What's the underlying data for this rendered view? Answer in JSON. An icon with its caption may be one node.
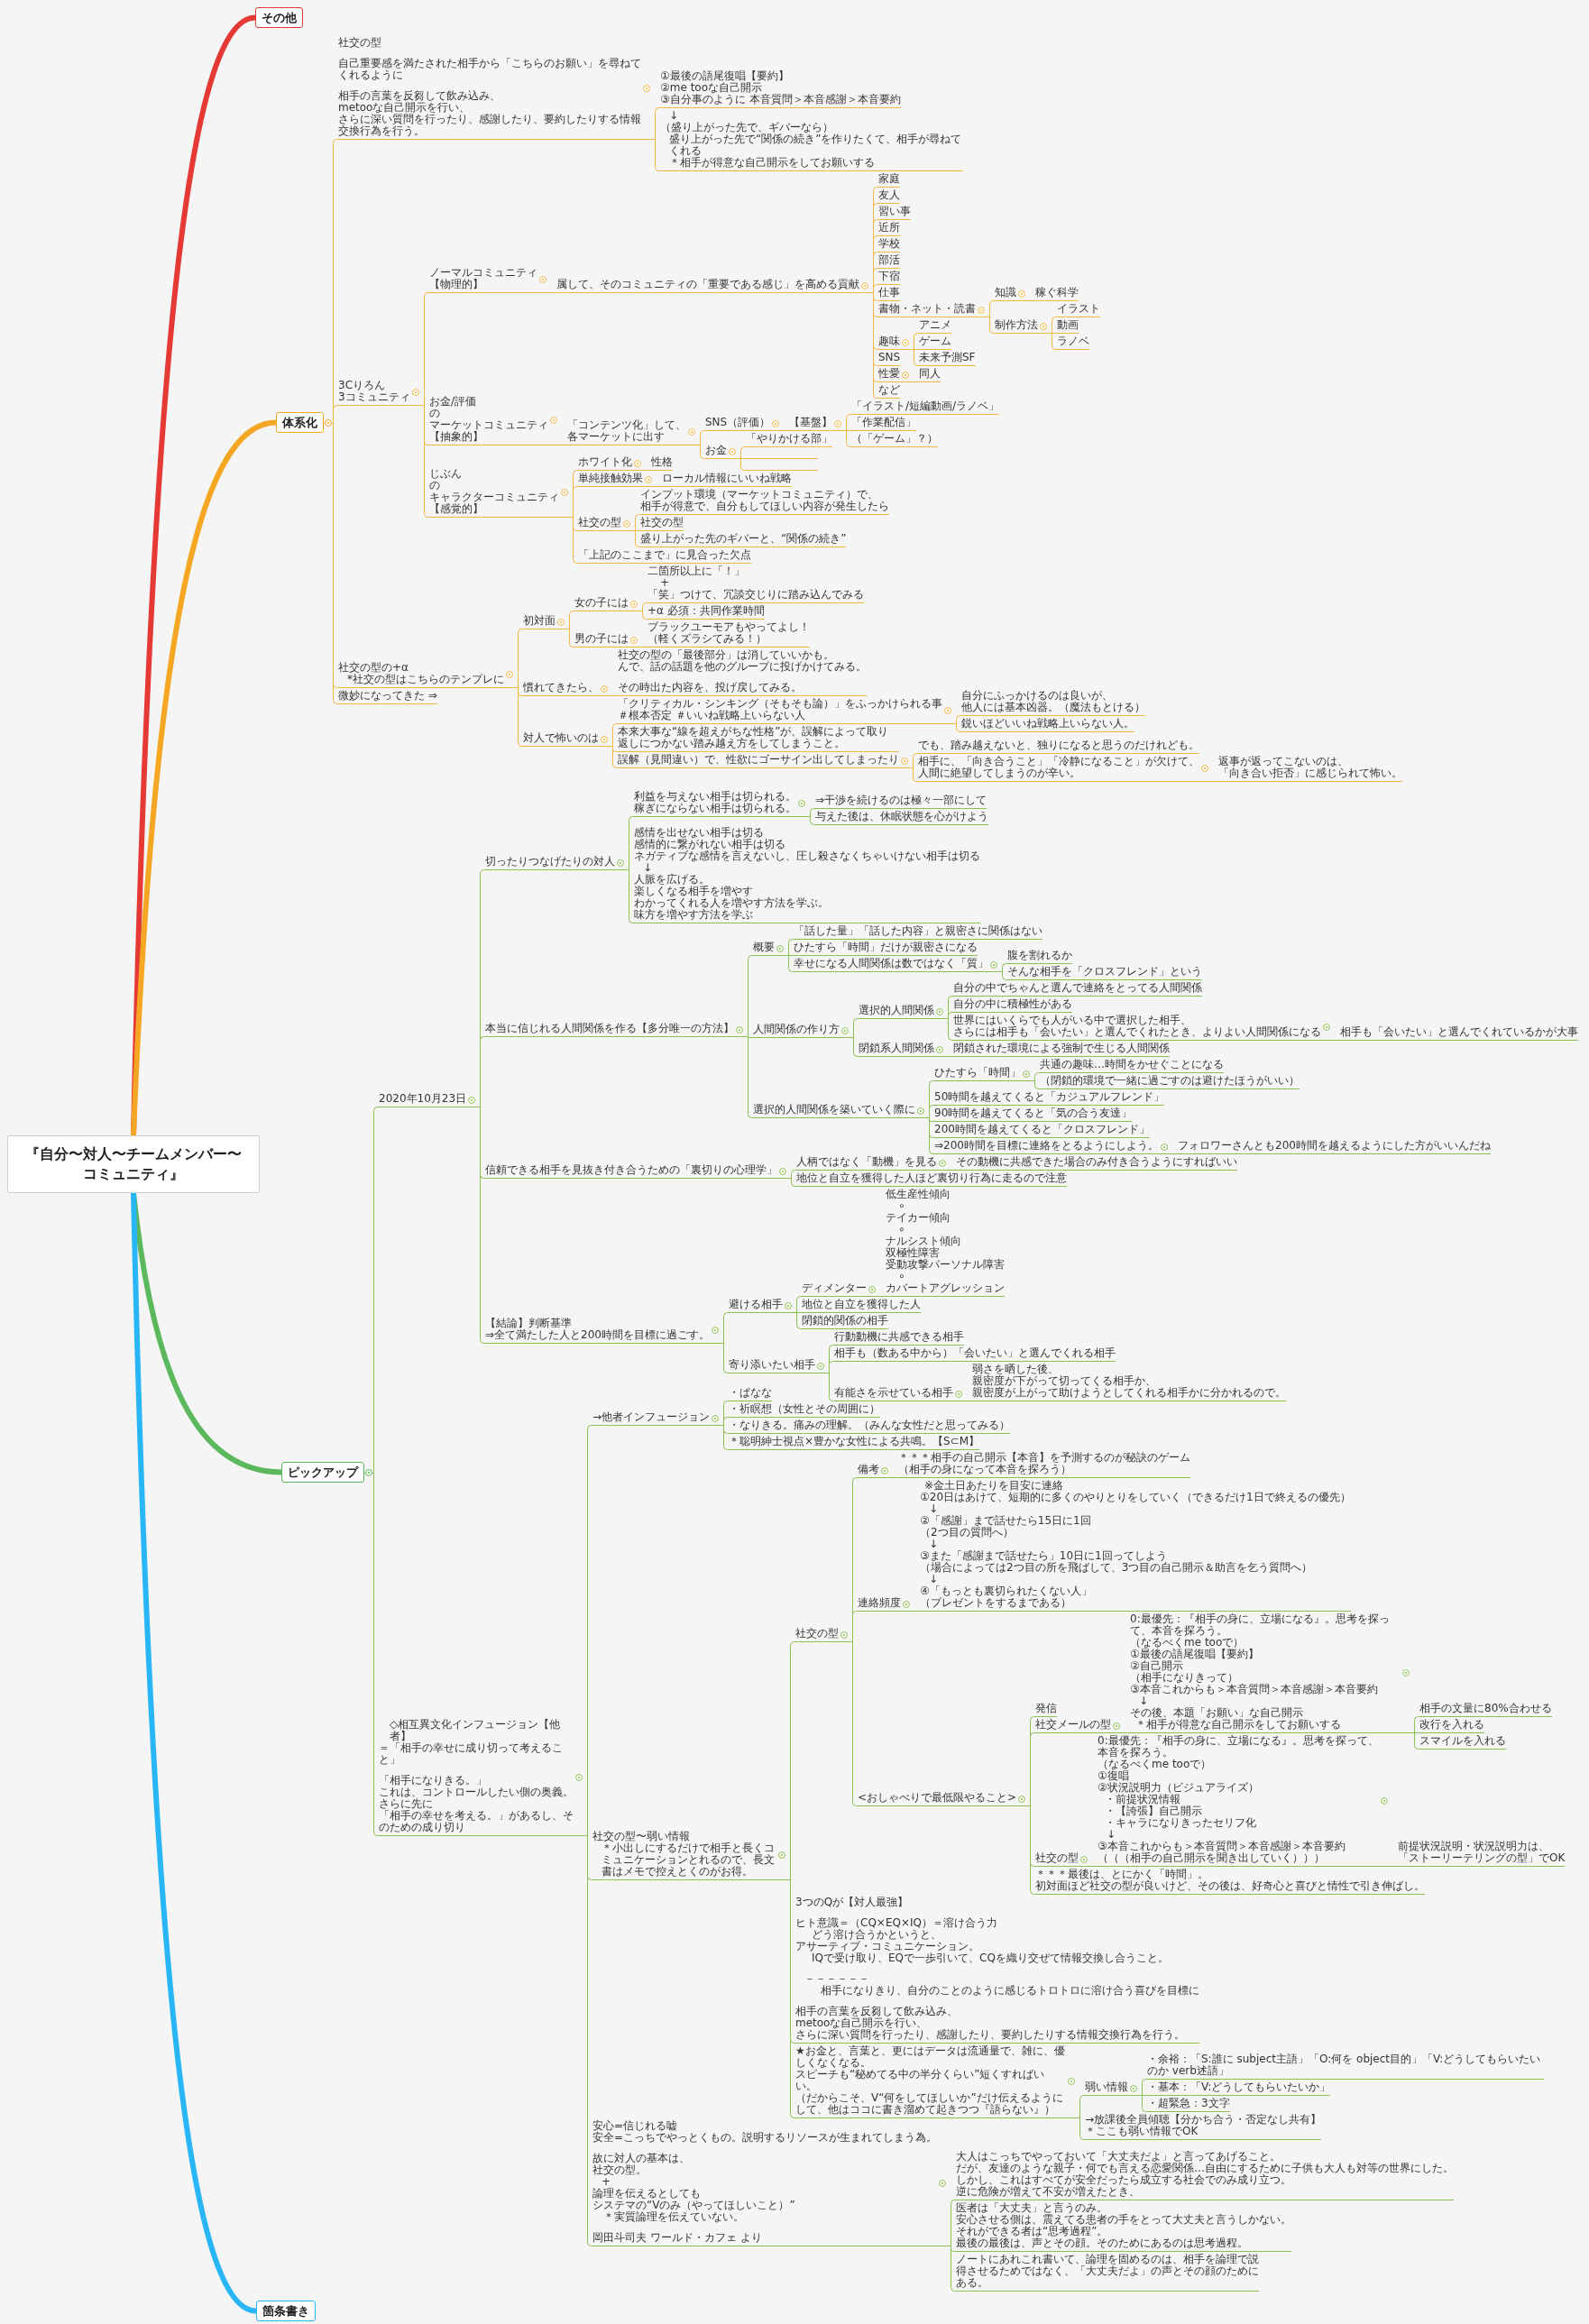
{
  "diagram": {
    "nodes": [
      {
        "text": [
          "『自分〜対人〜チームメンバー〜コミュニティ』"
        ]
      },
      {
        "text": [
          "その他"
        ]
      },
      {
        "text": [
          "体系化"
        ]
      },
      {
        "text": [
          "社交の型",
          "自己重要感を満たされた相手から「こちらのお願い」を尋ねてくれるように",
          "相手の言葉を反芻して飲み込み、",
          "metooな自己開示を行い、",
          "さらに深い質問を行ったり、感謝したり、要約したりする情報交換行為を行う。"
        ]
      },
      {
        "text": [
          "①最後の語尾復唱【要約】",
          "②me tooな自己開示",
          "③自分事のように 本音質問＞本音感謝＞本音要約"
        ]
      },
      {
        "text": [
          "↓",
          "（盛り上がった先で、ギバーなら）",
          "盛り上がった先で“関係の続き”を作りたくて、相手が尋ねてくれる",
          "＊相手が得意な自己開示をしてお願いする"
        ]
      },
      {
        "text": [
          "3Cりろん",
          "3コミュニティ"
        ]
      },
      {
        "text": [
          "ノーマルコミュニティ",
          "【物理的】"
        ]
      },
      {
        "text": [
          "属して、そのコミュニティの「重要である感じ」を高める貢献"
        ]
      },
      {
        "text": [
          "家庭"
        ]
      },
      {
        "text": [
          "友人"
        ]
      },
      {
        "text": [
          "習い事"
        ]
      },
      {
        "text": [
          "近所"
        ]
      },
      {
        "text": [
          "学校"
        ]
      },
      {
        "text": [
          "部活"
        ]
      },
      {
        "text": [
          "下宿"
        ]
      },
      {
        "text": [
          "仕事"
        ]
      },
      {
        "text": [
          "書物・ネット・読書"
        ]
      },
      {
        "text": [
          "知識"
        ]
      },
      {
        "text": [
          "稼ぐ科学"
        ]
      },
      {
        "text": [
          "制作方法"
        ]
      },
      {
        "text": [
          "イラスト"
        ]
      },
      {
        "text": [
          "動画"
        ]
      },
      {
        "text": [
          "ラノベ"
        ]
      },
      {
        "text": [
          "趣味"
        ]
      },
      {
        "text": [
          "アニメ"
        ]
      },
      {
        "text": [
          "ゲーム"
        ]
      },
      {
        "text": [
          "未来予測SF"
        ]
      },
      {
        "text": [
          "SNS"
        ]
      },
      {
        "text": [
          "性愛"
        ]
      },
      {
        "text": [
          "同人"
        ]
      },
      {
        "text": [
          "など"
        ]
      },
      {
        "text": [
          "お金/評価",
          "の",
          "マーケットコミュニティ",
          "【抽象的】"
        ]
      },
      {
        "text": [
          "「コンテンツ化」して、各マーケットに出す"
        ]
      },
      {
        "text": [
          "SNS（評価）"
        ]
      },
      {
        "text": [
          "【基盤】"
        ]
      },
      {
        "text": [
          "「イラスト/短編動画/ラノベ」"
        ]
      },
      {
        "text": [
          "「作業配信」"
        ]
      },
      {
        "text": [
          "（「ゲーム」？）"
        ]
      },
      {
        "text": [
          "お金"
        ]
      },
      {
        "text": [
          "「やりかける部」"
        ]
      },
      {
        "text": [],
        "shape": "bar"
      },
      {
        "text": [],
        "shape": "bar"
      },
      {
        "text": [
          "じぶん",
          "の",
          "キャラクターコミュニティ",
          "【感覚的】"
        ]
      },
      {
        "text": [
          "ホワイト化"
        ]
      },
      {
        "text": [
          "性格"
        ]
      },
      {
        "text": [
          "単純接触効果"
        ]
      },
      {
        "text": [
          "ローカル情報にいいね戦略"
        ]
      },
      {
        "text": [
          "社交の型"
        ]
      },
      {
        "text": [
          "インプット環境（マーケットコミュニティ）で、",
          "相手が得意で、自分もしてほしい内容が発生したら"
        ]
      },
      {
        "text": [
          "社交の型"
        ]
      },
      {
        "text": [
          "盛り上がった先のギバーと、“関係の続き”"
        ]
      },
      {
        "text": [
          "「上記のここまで」に見合った欠点"
        ]
      },
      {
        "text": [
          "社交の型の+α",
          "*社交の型はこちらのテンプレに"
        ]
      },
      {
        "text": [
          "初対面"
        ]
      },
      {
        "text": [
          "女の子には"
        ]
      },
      {
        "text": [
          "二箇所以上に「！」",
          "+",
          "「笑」つけて、冗談交じりに踏み込んでみる"
        ]
      },
      {
        "text": [
          "+α 必須：共同作業時間"
        ]
      },
      {
        "text": [
          "男の子には"
        ]
      },
      {
        "text": [
          "ブラックユーモアもやってよし！",
          "（軽くズラシてみる！）"
        ]
      },
      {
        "text": [
          "慣れてきたら、"
        ]
      },
      {
        "text": [
          "社交の型の「最後部分」は消していいかも。",
          "んで、話の話題を他のグループに投げかけてみる。",
          "その時出た内容を、投げ戻してみる。"
        ]
      },
      {
        "text": [
          "対人で怖いのは"
        ]
      },
      {
        "text": [
          "「クリティカル・シンキング（そもそも論）」をふっかけられる事",
          "＃根本否定 ＃いいね戦略上いらない人"
        ]
      },
      {
        "text": [
          "自分にふっかけるのは良いが、",
          "他人には基本凶器。（魔法もとける）"
        ]
      },
      {
        "text": [
          "鋭いほどいいね戦略上いらない人。"
        ]
      },
      {
        "text": [
          "本来大事な“線を超えがちな性格”が、誤解によって取り返しにつかない踏み越え方をしてしまうこと。"
        ]
      },
      {
        "text": [
          "誤解（見間違い）で、性欲にゴーサイン出してしまったり"
        ]
      },
      {
        "text": [
          "でも、踏み越えないと、独りになると思うのだけれども。"
        ]
      },
      {
        "text": [
          "相手に、「向き合うこと」「冷静になること」が欠けて、",
          "人間に絶望してしまうのが辛い。"
        ]
      },
      {
        "text": [
          "返事が返ってこないのは、",
          "「向き合い拒否」に感じられて怖い。"
        ]
      },
      {
        "text": [
          "微妙になってきた ⇒"
        ]
      },
      {
        "text": [
          "ピックアップ"
        ]
      },
      {
        "text": [
          "2020年10月23日"
        ]
      },
      {
        "text": [
          "切ったりつなげたりの対人"
        ]
      },
      {
        "text": [
          "利益を与えない相手は切られる。",
          "稼ぎにならない相手は切られる。"
        ]
      },
      {
        "text": [
          "⇒干渉を続けるのは極々一部にして"
        ]
      },
      {
        "text": [
          "与えた後は、休眠状態を心がけよう"
        ]
      },
      {
        "text": [
          "感情を出せない相手は切る",
          "感情的に繋がれない相手は切る",
          "ネガティブな感情を言えないし、圧し殺さなくちゃいけない相手は切る",
          "↓",
          "人脈を広げる。",
          "楽しくなる相手を増やす",
          "わかってくれる人を増やす方法を学ぶ。",
          "味方を増やす方法を学ぶ"
        ]
      },
      {
        "text": [
          "本当に信じれる人間関係を作る【多分唯一の方法】"
        ]
      },
      {
        "text": [
          "概要"
        ]
      },
      {
        "text": [
          "「話した量」「話した内容」と親密さに関係はない"
        ]
      },
      {
        "text": [
          "ひたすら「時間」だけが親密さになる"
        ]
      },
      {
        "text": [
          "幸せになる人間関係は数ではなく「質」"
        ]
      },
      {
        "text": [
          "腹を割れるか"
        ]
      },
      {
        "text": [
          "そんな相手を「クロスフレンド」という"
        ]
      },
      {
        "text": [
          "人間関係の作り方"
        ]
      },
      {
        "text": [
          "選択的人間関係"
        ]
      },
      {
        "text": [
          "自分の中でちゃんと選んで連絡をとってる人間関係"
        ]
      },
      {
        "text": [
          "自分の中に積極性がある"
        ]
      },
      {
        "text": [
          "世界にはいくらでも人がいる中で選択した相手、",
          "さらには相手も「会いたい」と選んでくれたとき、よりよい人間関係になる"
        ]
      },
      {
        "text": [
          "相手も「会いたい」と選んでくれているかが大事"
        ]
      },
      {
        "text": [
          "閉鎖系人間関係"
        ]
      },
      {
        "text": [
          "閉鎖された環境による強制で生じる人間関係"
        ]
      },
      {
        "text": [
          "選択的人間関係を築いていく際に"
        ]
      },
      {
        "text": [
          "ひたすら「時間」"
        ]
      },
      {
        "text": [
          "共通の趣味…時間をかせぐことになる"
        ]
      },
      {
        "text": [
          "（閉鎖的環境で一緒に過ごすのは避けたほうがいい）"
        ]
      },
      {
        "text": [
          "50時間を越えてくると「カジュアルフレンド」"
        ]
      },
      {
        "text": [
          "90時間を越えてくると「気の合う友達」"
        ]
      },
      {
        "text": [
          "200時間を越えてくると「クロスフレンド」"
        ]
      },
      {
        "text": [
          "⇒200時間を目標に連絡をとるようにしよう。"
        ]
      },
      {
        "text": [
          "フォロワーさんとも200時間を越えるようにした方がいいんだね"
        ]
      },
      {
        "text": [
          "信頼できる相手を見抜き付き合うための「裏切りの心理学」"
        ]
      },
      {
        "text": [
          "人柄ではなく「動機」を見る"
        ]
      },
      {
        "text": [
          "その動機に共感できた場合のみ付き合うようにすればいい"
        ]
      },
      {
        "text": [
          "地位と自立を獲得した人ほど裏切り行為に走るので注意"
        ]
      },
      {
        "text": [
          "【結論】判断基準",
          "⇒全て満たした人と200時間を目標に過ごす。"
        ]
      },
      {
        "text": [
          "避ける相手"
        ]
      },
      {
        "text": [
          "ディメンター"
        ]
      },
      {
        "text": [
          "低生産性傾向",
          "∘",
          "テイカー傾向",
          "∘",
          "ナルシスト傾向",
          "双極性障害",
          "受動攻撃パーソナル障害",
          "∘",
          "カバートアグレッション"
        ]
      },
      {
        "text": [
          "地位と自立を獲得した人"
        ]
      },
      {
        "text": [
          "閉鎖的関係の相手"
        ]
      },
      {
        "text": [
          "寄り添いたい相手"
        ]
      },
      {
        "text": [
          "行動動機に共感できる相手"
        ]
      },
      {
        "text": [
          "相手も（数ある中から）「会いたい」と選んでくれる相手"
        ]
      },
      {
        "text": [
          "有能さを示せている相手"
        ]
      },
      {
        "text": [
          "弱さを晒した後、",
          "親密度が下がって切ってくる相手か、",
          "親密度が上がって助けようとしてくれる相手かに分かれるので。"
        ]
      },
      {
        "text": [
          "◇相互異文化インフュージョン【他者】",
          "＝「相手の幸せに成り切って考えること」",
          "「相手になりきる。」",
          "これは、コントロールしたい側の奥義。",
          "さらに先に",
          "「相手の幸せを考える。」があるし、そのための成り切り"
        ]
      },
      {
        "text": [
          "→他者インフュージョン"
        ]
      },
      {
        "text": [
          "・ぱなな"
        ]
      },
      {
        "text": [
          "・祈瞑想（女性とその周囲に）"
        ]
      },
      {
        "text": [
          "・なりきる。痛みの理解。（みんな女性だと思ってみる）"
        ]
      },
      {
        "text": [
          "＊聡明紳士視点×豊かな女性による共鳴。【S⊂M】"
        ]
      },
      {
        "text": [
          "社交の型〜弱い情報",
          "＊小出しにするだけで相手と長くコミュニケーションとれるので、長文書はメモで控えとくのがお得。"
        ]
      },
      {
        "text": [
          "社交の型"
        ]
      },
      {
        "text": [
          "備考"
        ]
      },
      {
        "text": [
          "＊＊＊相手の自己開示【本音】を予測するのが秘訣のゲーム",
          "（相手の身になって本音を探ろう）"
        ]
      },
      {
        "text": [
          "連絡頻度"
        ]
      },
      {
        "text": [
          "※金土日あたりを目安に連絡",
          "①20日はあけて、短期的に多くのやりとりをしていく（できるだけ1日で終えるの優先）",
          "↓",
          "②「感謝」まで話せたら15日に1回",
          "（2つ目の質問へ）",
          "↓",
          "③また「感謝まで話せたら」10日に1回ってしよう",
          "（場合によっては2つ目の所を飛ばして、3つ目の自己開示＆助言を乞う質問へ）",
          "↓",
          "④「もっとも裏切られたくない人」",
          "（プレゼントをするまである）"
        ]
      },
      {
        "text": [
          "<おしゃべりで最低限やること>"
        ]
      },
      {
        "text": [
          "発信"
        ]
      },
      {
        "text": [
          "社交メールの型"
        ]
      },
      {
        "text": [
          "0:最優先：『相手の身に、立場になる』。思考を探って、本音を探ろう。",
          "（なるべくme tooで）",
          "①最後の語尾復唱【要約】",
          "②自己開示",
          "（相手になりきって）",
          "③本音これからも＞本音質問＞本音感謝＞本音要約",
          "↓",
          "その後、本題「お願い」な自己開示",
          "＊相手が得意な自己開示をしてお願いする"
        ]
      },
      {
        "text": [
          "相手の文量に80%合わせる"
        ]
      },
      {
        "text": [
          "改行を入れる"
        ]
      },
      {
        "text": [
          "スマイルを入れる"
        ]
      },
      {
        "text": [
          "社交の型"
        ]
      },
      {
        "text": [
          "0:最優先：『相手の身に、立場になる』。思考を探って、本音を探ろう。",
          "（なるべくme tooで）",
          "①復唱",
          "②状況説明力（ビジュアライズ）",
          "・前提状況情報",
          "・【誇張】自己開示",
          "・キャラになりきったセリフ化",
          "↓",
          "③本音これからも＞本音質問＞本音感謝＞本音要約",
          "（（（相手の自己開示を聞き出していく）））"
        ]
      },
      {
        "text": [
          "前提状況説明・状況説明力は、",
          "「ストーリーテリングの型」でOK"
        ]
      },
      {
        "text": [
          "＊＊＊最後は、とにかく「時間」。",
          "初対面ほど社交の型が良いけど、その後は、好奇心と喜びと情性で引き伸ばし。"
        ]
      },
      {
        "text": [
          "3つのQが【対人最強】",
          "ヒト意識＝（CQ×EQ×IQ）＝溶け合う力",
          "どう溶け合うかというと、",
          "アサーティブ・コミュニケーション。",
          "IQで受け取り、EQで一歩引いて、CQを織り交ぜて情報交換し合うこと。",
          "－－－－－－",
          "相手になりきり、自分のことのように感じるトロトロに溶け合う喜びを目標に",
          "相手の言葉を反芻して飲み込み、",
          "metooな自己開示を行い、",
          "さらに深い質問を行ったり、感謝したり、要約したりする情報交換行為を行う。"
        ]
      },
      {
        "text": [
          "★お金と、言葉と、更にはデータは流通量で、雑に、優しくなくなる。",
          "スピーチも“秘めてる中の半分くらい”短くすればいい。",
          "（だからこそ、V“何をしてほしいか”だけ伝えるようにして、他はココに書き溜めて起きつつ『語らない』）"
        ]
      },
      {
        "text": [
          "弱い情報"
        ]
      },
      {
        "text": [
          "・余裕：「S:誰に subject主語」「O:何を object目的」「V:どうしてもらいたいのか verb述語」"
        ]
      },
      {
        "text": [
          "・基本：「V:どうしてもらいたいか」"
        ]
      },
      {
        "text": [
          "・超緊急：3文字"
        ]
      },
      {
        "text": [
          "→放課後全員傾聴【分かち合う・否定なし共有】",
          "＊ここも弱い情報でOK"
        ]
      },
      {
        "text": [
          "安心=信じれる嘘",
          "安全=こっちでやっとくもの。説明するリソースが生まれてしまう為。",
          "故に対人の基本は、",
          "社交の型。",
          "+",
          "論理を伝えるとしても",
          "システマの“Vのみ（やってほしいこと）”",
          "＊実質論理を伝えていない。",
          "岡田斗司夫 ワールド・カフェ より"
        ]
      },
      {
        "text": [
          "大人はこっちでやっておいて「大丈夫だよ」と言ってあげること。",
          "だが、友達のような親子・何でも言える恋愛関係…自由にするために子供も大人も対等の世界にした。",
          "しかし、これはすべてが安全だったら成立する社会でのみ成り立つ。",
          "逆に危険が増えて不安が増えたとき、"
        ]
      },
      {
        "text": [
          "医者は「大丈夫」と言うのみ。",
          "安心させる側は、震えてる患者の手をとって大丈夫と言うしかない。",
          "それができる者は“思考過程”。",
          "最後の最後は、声とその顔。そのためにあるのは思考過程。"
        ]
      },
      {
        "text": [
          "ノートにあれこれ書いて、論理を固めるのは、相手を論理で説得させるためではなく、「大丈夫だよ」の声とその顔のためにある。"
        ]
      },
      {
        "text": [
          "箇条書き"
        ]
      }
    ],
    "edges": [
      {
        "from": 0,
        "to": 1,
        "arrow": "none",
        "style": "thick",
        "color": "#e53935"
      },
      {
        "from": 0,
        "to": 2,
        "arrow": "none",
        "style": "thick",
        "color": "#f5a623"
      },
      {
        "from": 0,
        "to": 72,
        "arrow": "none",
        "style": "thick",
        "color": "#5cb85c"
      },
      {
        "from": 0,
        "to": 152,
        "arrow": "none",
        "style": "thick",
        "color": "#29b6f6"
      },
      {
        "from": 2,
        "to": 3,
        "arrow": "none",
        "color": "#f4b942"
      },
      {
        "from": 3,
        "to": 4,
        "arrow": "none",
        "color": "#f4b942"
      },
      {
        "from": 3,
        "to": 5,
        "arrow": "none",
        "color": "#f4b942"
      },
      {
        "from": 2,
        "to": 6,
        "arrow": "none",
        "color": "#f4b942"
      },
      {
        "from": 6,
        "to": 7,
        "arrow": "none",
        "color": "#f4b942"
      },
      {
        "from": 7,
        "to": 8,
        "arrow": "none",
        "color": "#f4b942"
      },
      {
        "from": 8,
        "to": 9,
        "arrow": "none",
        "color": "#f4b942"
      },
      {
        "from": 8,
        "to": 10,
        "arrow": "none",
        "color": "#f4b942"
      },
      {
        "from": 8,
        "to": 11,
        "arrow": "none",
        "color": "#f4b942"
      },
      {
        "from": 8,
        "to": 12,
        "arrow": "none",
        "color": "#f4b942"
      },
      {
        "from": 8,
        "to": 13,
        "arrow": "none",
        "color": "#f4b942"
      },
      {
        "from": 8,
        "to": 14,
        "arrow": "none",
        "color": "#f4b942"
      },
      {
        "from": 8,
        "to": 15,
        "arrow": "none",
        "color": "#f4b942"
      },
      {
        "from": 8,
        "to": 16,
        "arrow": "none",
        "color": "#f4b942"
      },
      {
        "from": 8,
        "to": 17,
        "arrow": "none",
        "color": "#f4b942"
      },
      {
        "from": 17,
        "to": 18,
        "arrow": "none",
        "color": "#f4b942"
      },
      {
        "from": 18,
        "to": 19,
        "arrow": "none",
        "color": "#f4b942"
      },
      {
        "from": 17,
        "to": 20,
        "arrow": "none",
        "color": "#f4b942"
      },
      {
        "from": 20,
        "to": 21,
        "arrow": "none",
        "color": "#f4b942"
      },
      {
        "from": 20,
        "to": 22,
        "arrow": "none",
        "color": "#f4b942"
      },
      {
        "from": 20,
        "to": 23,
        "arrow": "none",
        "color": "#f4b942"
      },
      {
        "from": 8,
        "to": 24,
        "arrow": "none",
        "color": "#f4b942"
      },
      {
        "from": 24,
        "to": 25,
        "arrow": "none",
        "color": "#f4b942"
      },
      {
        "from": 24,
        "to": 26,
        "arrow": "none",
        "color": "#f4b942"
      },
      {
        "from": 24,
        "to": 27,
        "arrow": "none",
        "color": "#f4b942"
      },
      {
        "from": 8,
        "to": 28,
        "arrow": "none",
        "color": "#f4b942"
      },
      {
        "from": 8,
        "to": 29,
        "arrow": "none",
        "color": "#f4b942"
      },
      {
        "from": 29,
        "to": 30,
        "arrow": "none",
        "color": "#f4b942"
      },
      {
        "from": 8,
        "to": 31,
        "arrow": "none",
        "color": "#f4b942"
      },
      {
        "from": 6,
        "to": 32,
        "arrow": "none",
        "color": "#f4b942"
      },
      {
        "from": 32,
        "to": 33,
        "arrow": "none",
        "color": "#f4b942"
      },
      {
        "from": 33,
        "to": 34,
        "arrow": "none",
        "color": "#f4b942"
      },
      {
        "from": 34,
        "to": 35,
        "arrow": "none",
        "color": "#f4b942"
      },
      {
        "from": 35,
        "to": 36,
        "arrow": "none",
        "color": "#f4b942"
      },
      {
        "from": 35,
        "to": 37,
        "arrow": "none",
        "color": "#f4b942"
      },
      {
        "from": 35,
        "to": 38,
        "arrow": "none",
        "color": "#f4b942"
      },
      {
        "from": 33,
        "to": 39,
        "arrow": "none",
        "color": "#f4b942"
      },
      {
        "from": 39,
        "to": 40,
        "arrow": "none",
        "color": "#f4b942"
      },
      {
        "from": 39,
        "to": 41,
        "arrow": "none",
        "color": "#f4b942"
      },
      {
        "from": 39,
        "to": 42,
        "arrow": "none",
        "color": "#f4b942"
      },
      {
        "from": 6,
        "to": 43,
        "arrow": "none",
        "color": "#f4b942"
      },
      {
        "from": 43,
        "to": 44,
        "arrow": "none",
        "color": "#f4b942"
      },
      {
        "from": 44,
        "to": 45,
        "arrow": "none",
        "color": "#f4b942"
      },
      {
        "from": 43,
        "to": 46,
        "arrow": "none",
        "color": "#f4b942"
      },
      {
        "from": 46,
        "to": 47,
        "arrow": "none",
        "color": "#f4b942"
      },
      {
        "from": 43,
        "to": 48,
        "arrow": "none",
        "color": "#f4b942"
      },
      {
        "from": 48,
        "to": 49,
        "arrow": "none",
        "color": "#f4b942"
      },
      {
        "from": 48,
        "to": 50,
        "arrow": "none",
        "color": "#f4b942"
      },
      {
        "from": 48,
        "to": 51,
        "arrow": "none",
        "color": "#f4b942"
      },
      {
        "from": 43,
        "to": 52,
        "arrow": "none",
        "color": "#f4b942"
      },
      {
        "from": 2,
        "to": 53,
        "arrow": "none",
        "color": "#f4b942"
      },
      {
        "from": 53,
        "to": 54,
        "arrow": "none",
        "color": "#f4b942"
      },
      {
        "from": 54,
        "to": 55,
        "arrow": "none",
        "color": "#f4b942"
      },
      {
        "from": 55,
        "to": 56,
        "arrow": "none",
        "color": "#f4b942"
      },
      {
        "from": 55,
        "to": 57,
        "arrow": "none",
        "color": "#f4b942"
      },
      {
        "from": 54,
        "to": 58,
        "arrow": "none",
        "color": "#f4b942"
      },
      {
        "from": 58,
        "to": 59,
        "arrow": "none",
        "color": "#f4b942"
      },
      {
        "from": 53,
        "to": 60,
        "arrow": "none",
        "color": "#f4b942"
      },
      {
        "from": 60,
        "to": 61,
        "arrow": "none",
        "color": "#f4b942"
      },
      {
        "from": 53,
        "to": 62,
        "arrow": "none",
        "color": "#f4b942"
      },
      {
        "from": 62,
        "to": 63,
        "arrow": "none",
        "color": "#f4b942"
      },
      {
        "from": 63,
        "to": 64,
        "arrow": "none",
        "color": "#f4b942"
      },
      {
        "from": 63,
        "to": 65,
        "arrow": "none",
        "color": "#f4b942"
      },
      {
        "from": 62,
        "to": 66,
        "arrow": "none",
        "color": "#f4b942"
      },
      {
        "from": 62,
        "to": 67,
        "arrow": "none",
        "color": "#f4b942"
      },
      {
        "from": 67,
        "to": 68,
        "arrow": "none",
        "color": "#f4b942"
      },
      {
        "from": 67,
        "to": 69,
        "arrow": "none",
        "color": "#f4b942"
      },
      {
        "from": 69,
        "to": 70,
        "arrow": "none",
        "color": "#f4b942"
      },
      {
        "from": 2,
        "to": 71,
        "arrow": "none",
        "color": "#f4b942"
      },
      {
        "from": 72,
        "to": 73,
        "arrow": "none"
      },
      {
        "from": 73,
        "to": 74,
        "arrow": "none"
      },
      {
        "from": 74,
        "to": 75,
        "arrow": "none"
      },
      {
        "from": 75,
        "to": 76,
        "arrow": "none"
      },
      {
        "from": 75,
        "to": 77,
        "arrow": "none"
      },
      {
        "from": 74,
        "to": 78,
        "arrow": "none"
      },
      {
        "from": 73,
        "to": 79,
        "arrow": "none"
      },
      {
        "from": 79,
        "to": 80,
        "arrow": "none"
      },
      {
        "from": 80,
        "to": 81,
        "arrow": "none"
      },
      {
        "from": 80,
        "to": 82,
        "arrow": "none"
      },
      {
        "from": 80,
        "to": 83,
        "arrow": "none"
      },
      {
        "from": 83,
        "to": 84,
        "arrow": "none"
      },
      {
        "from": 83,
        "to": 85,
        "arrow": "none"
      },
      {
        "from": 79,
        "to": 86,
        "arrow": "none"
      },
      {
        "from": 86,
        "to": 87,
        "arrow": "none"
      },
      {
        "from": 87,
        "to": 88,
        "arrow": "none"
      },
      {
        "from": 87,
        "to": 89,
        "arrow": "none"
      },
      {
        "from": 87,
        "to": 90,
        "arrow": "none"
      },
      {
        "from": 90,
        "to": 91,
        "arrow": "none"
      },
      {
        "from": 86,
        "to": 92,
        "arrow": "none"
      },
      {
        "from": 92,
        "to": 93,
        "arrow": "none"
      },
      {
        "from": 79,
        "to": 94,
        "arrow": "none"
      },
      {
        "from": 94,
        "to": 95,
        "arrow": "none"
      },
      {
        "from": 95,
        "to": 96,
        "arrow": "none"
      },
      {
        "from": 95,
        "to": 97,
        "arrow": "none"
      },
      {
        "from": 94,
        "to": 98,
        "arrow": "none"
      },
      {
        "from": 94,
        "to": 99,
        "arrow": "none"
      },
      {
        "from": 94,
        "to": 100,
        "arrow": "none"
      },
      {
        "from": 94,
        "to": 101,
        "arrow": "none"
      },
      {
        "from": 101,
        "to": 102,
        "arrow": "none"
      },
      {
        "from": 73,
        "to": 103,
        "arrow": "none"
      },
      {
        "from": 103,
        "to": 104,
        "arrow": "none"
      },
      {
        "from": 104,
        "to": 105,
        "arrow": "none"
      },
      {
        "from": 103,
        "to": 106,
        "arrow": "none"
      },
      {
        "from": 73,
        "to": 107,
        "arrow": "none"
      },
      {
        "from": 107,
        "to": 108,
        "arrow": "none"
      },
      {
        "from": 108,
        "to": 109,
        "arrow": "none"
      },
      {
        "from": 109,
        "to": 110,
        "arrow": "none"
      },
      {
        "from": 108,
        "to": 111,
        "arrow": "none"
      },
      {
        "from": 108,
        "to": 112,
        "arrow": "none"
      },
      {
        "from": 107,
        "to": 113,
        "arrow": "none"
      },
      {
        "from": 113,
        "to": 114,
        "arrow": "none"
      },
      {
        "from": 113,
        "to": 115,
        "arrow": "none"
      },
      {
        "from": 113,
        "to": 116,
        "arrow": "none"
      },
      {
        "from": 116,
        "to": 117,
        "arrow": "none"
      },
      {
        "from": 72,
        "to": 118,
        "arrow": "none"
      },
      {
        "from": 118,
        "to": 119,
        "arrow": "none"
      },
      {
        "from": 119,
        "to": 120,
        "arrow": "none"
      },
      {
        "from": 119,
        "to": 121,
        "arrow": "none"
      },
      {
        "from": 119,
        "to": 122,
        "arrow": "none"
      },
      {
        "from": 119,
        "to": 123,
        "arrow": "none"
      },
      {
        "from": 118,
        "to": 124,
        "arrow": "none"
      },
      {
        "from": 124,
        "to": 125,
        "arrow": "none"
      },
      {
        "from": 125,
        "to": 126,
        "arrow": "none"
      },
      {
        "from": 126,
        "to": 127,
        "arrow": "none"
      },
      {
        "from": 125,
        "to": 128,
        "arrow": "none"
      },
      {
        "from": 128,
        "to": 129,
        "arrow": "none"
      },
      {
        "from": 125,
        "to": 130,
        "arrow": "none"
      },
      {
        "from": 130,
        "to": 131,
        "arrow": "none"
      },
      {
        "from": 130,
        "to": 132,
        "arrow": "none"
      },
      {
        "from": 132,
        "to": 133,
        "arrow": "none"
      },
      {
        "from": 133,
        "to": 134,
        "arrow": "none"
      },
      {
        "from": 133,
        "to": 135,
        "arrow": "none"
      },
      {
        "from": 133,
        "to": 136,
        "arrow": "none"
      },
      {
        "from": 130,
        "to": 137,
        "arrow": "none"
      },
      {
        "from": 137,
        "to": 138,
        "arrow": "none"
      },
      {
        "from": 138,
        "to": 139,
        "arrow": "none"
      },
      {
        "from": 130,
        "to": 140,
        "arrow": "none"
      },
      {
        "from": 124,
        "to": 141,
        "arrow": "none"
      },
      {
        "from": 124,
        "to": 142,
        "arrow": "none"
      },
      {
        "from": 142,
        "to": 143,
        "arrow": "none"
      },
      {
        "from": 143,
        "to": 144,
        "arrow": "none"
      },
      {
        "from": 143,
        "to": 145,
        "arrow": "none"
      },
      {
        "from": 143,
        "to": 146,
        "arrow": "none"
      },
      {
        "from": 142,
        "to": 147,
        "arrow": "none"
      },
      {
        "from": 118,
        "to": 148,
        "arrow": "none"
      },
      {
        "from": 148,
        "to": 149,
        "arrow": "none"
      },
      {
        "from": 148,
        "to": 150,
        "arrow": "none"
      },
      {
        "from": 148,
        "to": 151,
        "arrow": "none"
      }
    ]
  }
}
